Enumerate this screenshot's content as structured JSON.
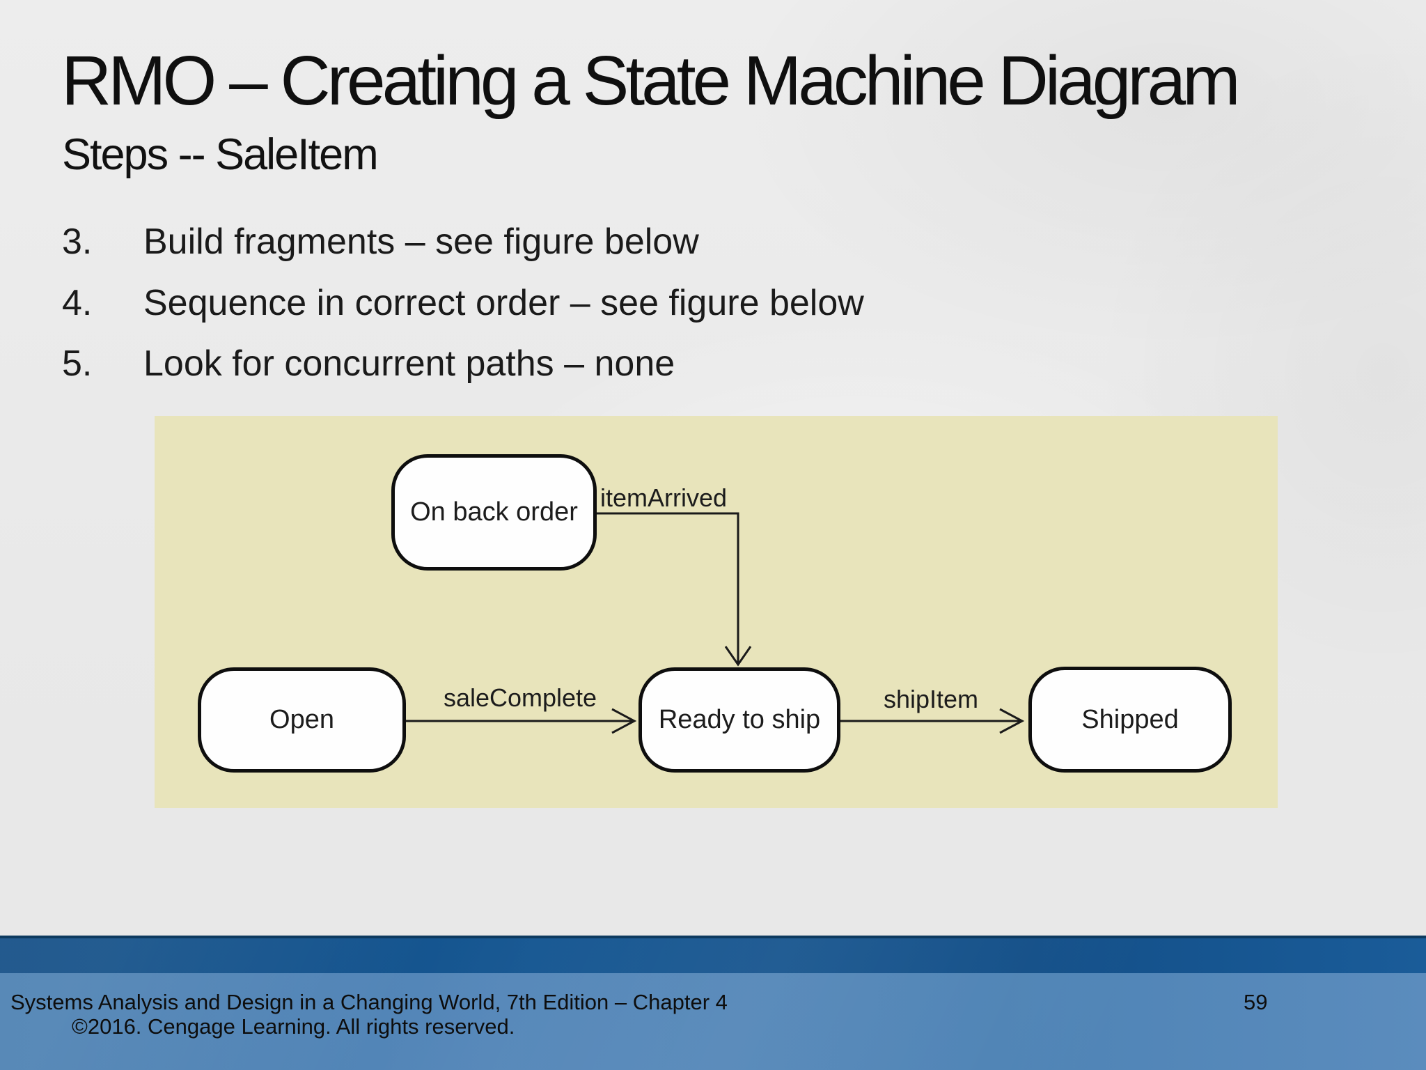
{
  "slide": {
    "title": "RMO – Creating a State Machine Diagram",
    "subtitle": "Steps -- SaleItem",
    "list": {
      "items": [
        {
          "number": "3.",
          "text": "Build fragments – see figure below"
        },
        {
          "number": "4.",
          "text": "Sequence in correct order – see figure below"
        },
        {
          "number": "5.",
          "text": "Look for concurrent paths – none"
        }
      ]
    }
  },
  "diagram": {
    "type": "state-machine",
    "states": [
      {
        "id": "on-back-order",
        "label": "On back order"
      },
      {
        "id": "open",
        "label": "Open"
      },
      {
        "id": "ready-to-ship",
        "label": "Ready to ship"
      },
      {
        "id": "shipped",
        "label": "Shipped"
      }
    ],
    "transitions": [
      {
        "label": "itemArrived",
        "from": "On back order",
        "to": "Ready to ship"
      },
      {
        "label": "saleComplete",
        "from": "Open",
        "to": "Ready to ship"
      },
      {
        "label": "shipItem",
        "from": "Ready to ship",
        "to": "Shipped"
      }
    ]
  },
  "footer": {
    "line1": "Systems Analysis and Design in a Changing World, 7th Edition – Chapter 4",
    "line2": "©2016. Cengage Learning. All rights reserved.",
    "page_number": "59"
  },
  "colors": {
    "slide_background": "#e9e9e9",
    "figure_background": "#e8e4bb",
    "band_dark": "#14528c",
    "band_dark_edge": "#0d3a5f",
    "band_light": "#4e83b5",
    "state_fill": "#fefefe",
    "state_border": "#0e0e0e",
    "text": "#141414"
  }
}
